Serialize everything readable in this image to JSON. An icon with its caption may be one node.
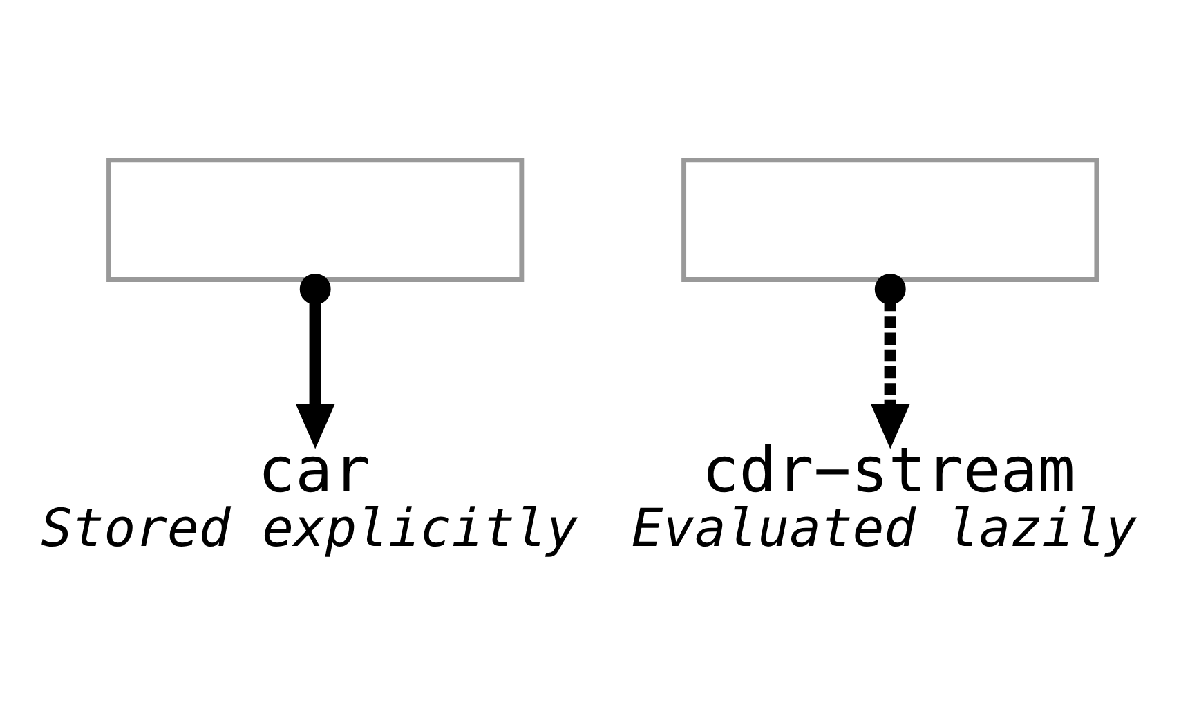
{
  "diagram": {
    "nodes": [
      {
        "text": [],
        "shape": "box"
      },
      {
        "text": [],
        "shape": "box"
      },
      {
        "text": [
          "car",
          "Stored explicitly"
        ]
      },
      {
        "text": [
          "cdr−stream",
          "Evaluated lazily"
        ]
      }
    ],
    "edges": [
      {
        "from": 0,
        "to": 2,
        "arrow": "to"
      },
      {
        "from": 1,
        "to": 3,
        "arrow": "to",
        "style": "dashed"
      }
    ]
  }
}
